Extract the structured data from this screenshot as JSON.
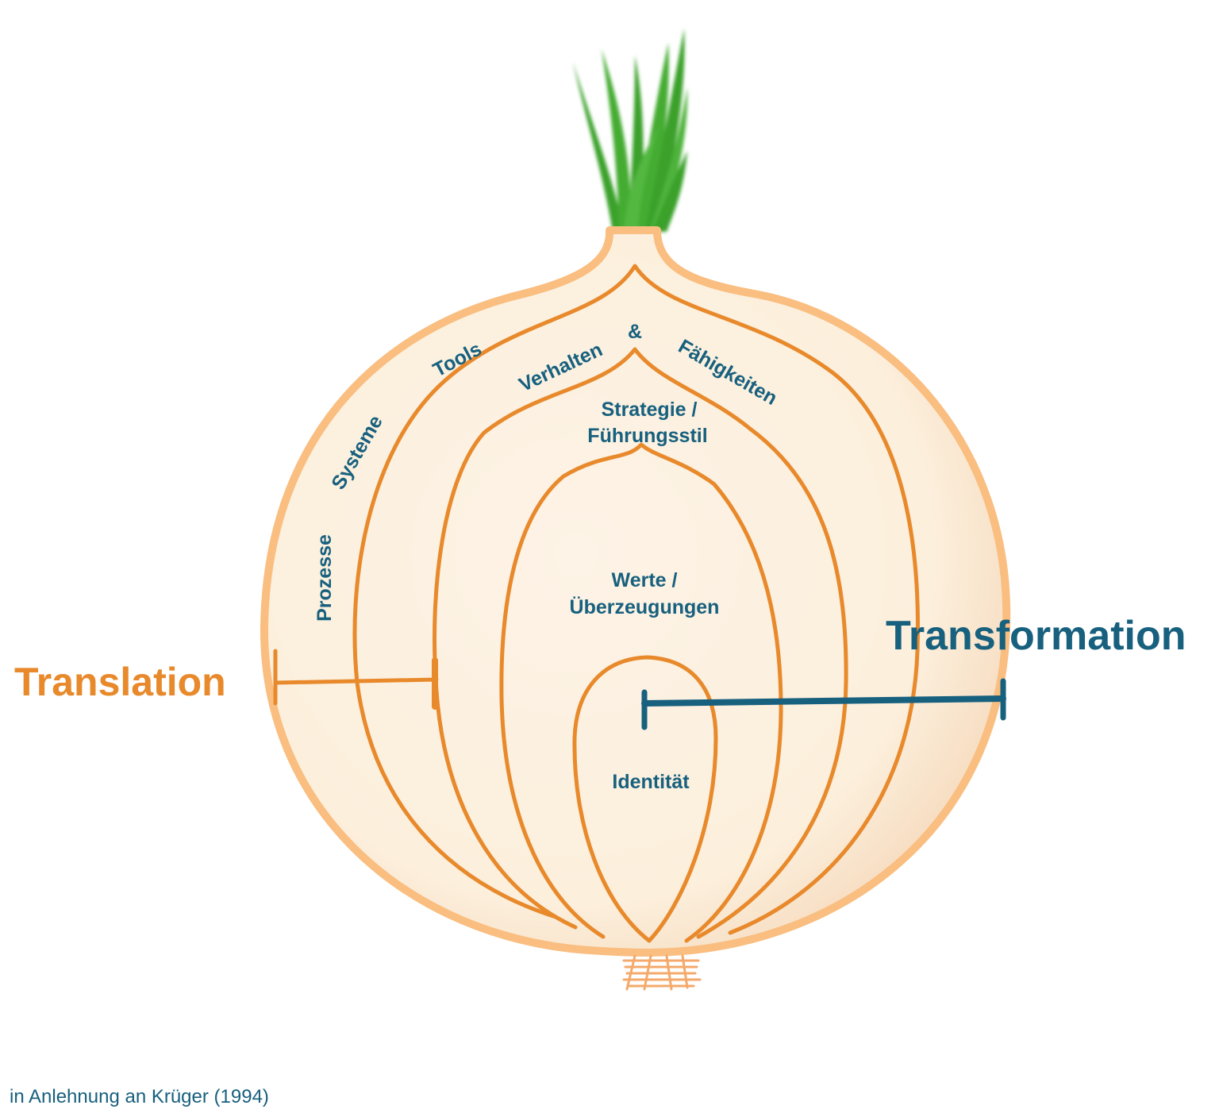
{
  "layers": {
    "prozesse": "Prozesse",
    "systeme": "Systeme",
    "tools": "Tools",
    "verhalten": "Verhalten",
    "ampersand": "&",
    "faehigkeiten": "Fähigkeiten",
    "strategie_line1": "Strategie /",
    "strategie_line2": "Führungsstil",
    "werte_line1": "Werte /",
    "werte_line2": "Überzeugungen",
    "identitaet": "Identität"
  },
  "arrows": {
    "translation": "Translation",
    "transformation": "Transformation"
  },
  "citation": "in Anlehnung an Krüger (1994)",
  "colors": {
    "orange": "#e8892b",
    "blue": "#17607e",
    "onion_fill": "#fdf1e1",
    "onion_skin": "#f9be80",
    "sprout_green": "#3aa12c"
  }
}
